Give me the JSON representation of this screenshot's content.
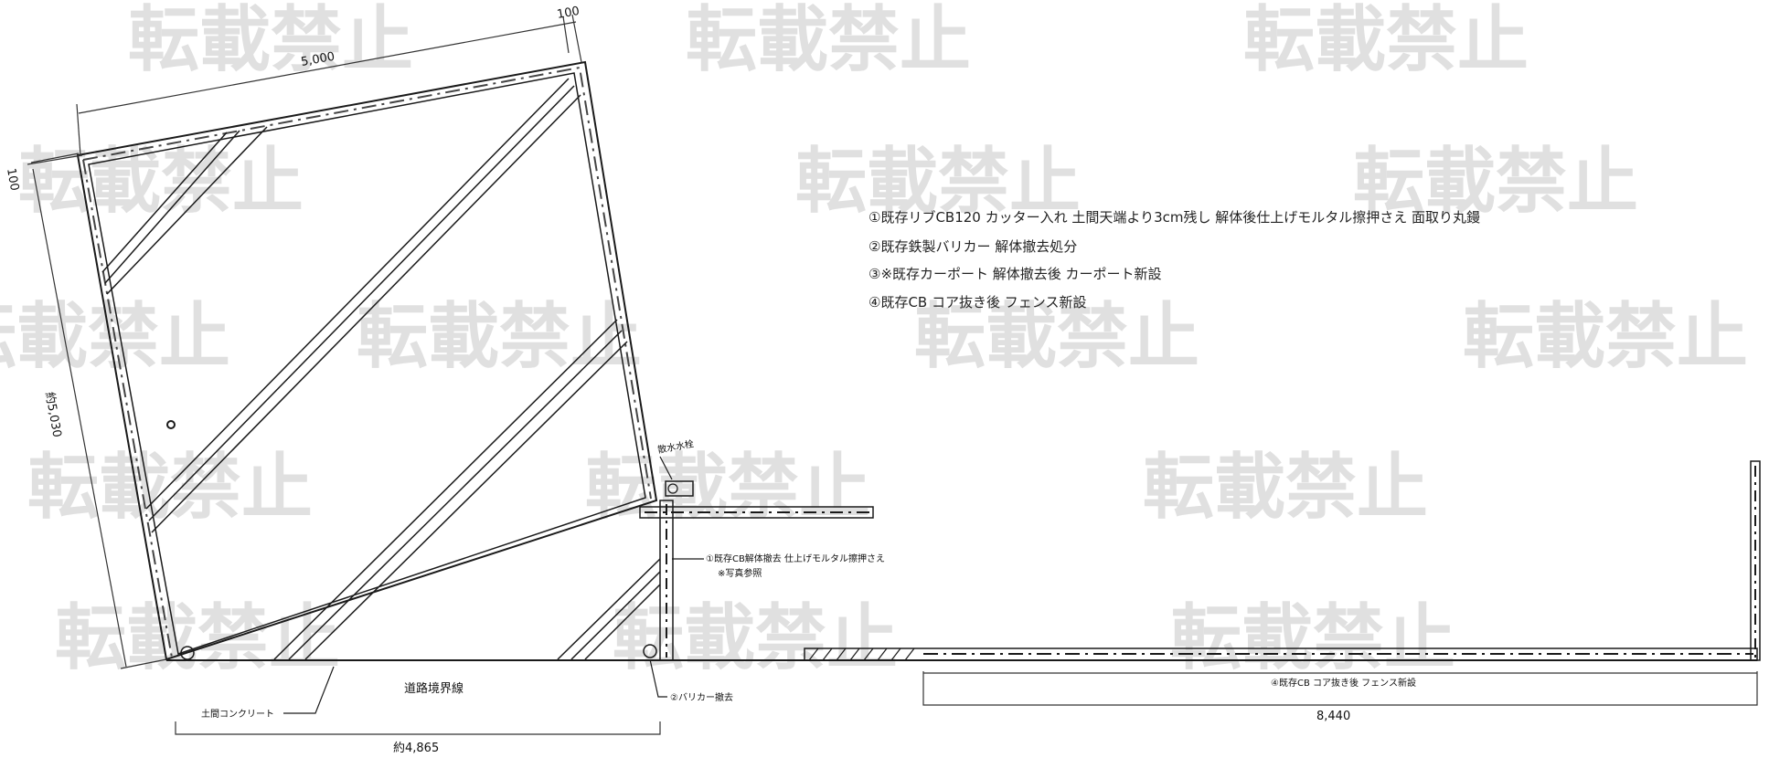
{
  "watermark": {
    "text": "転載禁止",
    "color": "#c8c8c8"
  },
  "notes": [
    "①既存リブCB120 カッター入れ 土間天端より3cm残し 解体後仕上げモルタル擦押さえ 面取り丸鏝",
    "②既存鉄製バリカー 解体撤去処分",
    "③※既存カーポート 解体撤去後 カーポート新設",
    "④既存CB コア抜き後 フェンス新設"
  ],
  "dimensions": {
    "top_length": "5,000",
    "top_offset": "100",
    "left_offset": "100",
    "left_length": "約5,030",
    "bottom_left": "約4,865",
    "bottom_right": "8,440"
  },
  "labels": {
    "road_boundary": "道路境界線",
    "concrete": "土間コンクリート",
    "barricade": "②バリカー撤去",
    "water_tap": "散水水栓",
    "note_cb": "①既存CB解体撤去 仕上げモルタル擦押さえ",
    "note_photo": "※写真参照",
    "fence_note": "④既存CB コア抜き後 フェンス新設"
  },
  "colors": {
    "line": "#1a1a1a",
    "dim": "#333333",
    "block": "#555555"
  }
}
